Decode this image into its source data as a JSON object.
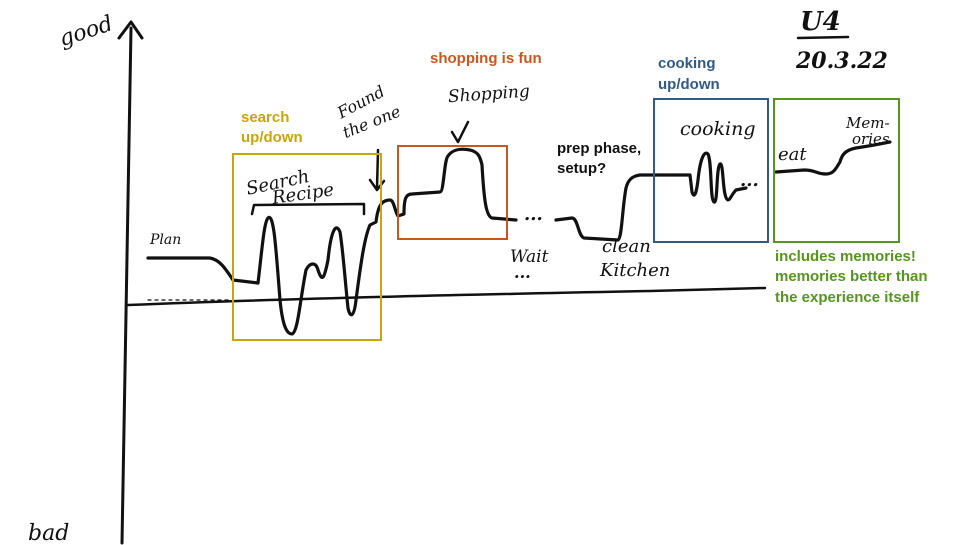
{
  "header": {
    "sheet_id": "U4",
    "date": "20.3.22"
  },
  "axis": {
    "top_label": "good",
    "bottom_label": "bad"
  },
  "handwritten": {
    "plan": "Plan",
    "search_recipe_1": "Search",
    "search_recipe_2": "Recipe",
    "found_1": "Found",
    "found_2": "the one",
    "shopping": "Shopping",
    "wait": "Wait",
    "wait_dots": "...",
    "clean_1": "clean",
    "clean_2": "Kitchen",
    "cooking": "cooking",
    "eat": "eat",
    "memories_1": "Mem-",
    "memories_2": "ories",
    "dots": "..."
  },
  "annotations": {
    "search": {
      "line1": "search",
      "line2": "up/down",
      "color": "#c9a50a"
    },
    "shopping": {
      "text": "shopping is fun",
      "color": "#c8571e"
    },
    "prep": {
      "line1": "prep phase,",
      "line2": "setup?",
      "color": "#111111"
    },
    "cooking": {
      "line1": "cooking",
      "line2": "up/down",
      "color": "#2f5a8a"
    },
    "memories": {
      "line1": "includes memories!",
      "line2": "memories better than",
      "line3": "the experience itself",
      "color": "#55961e"
    }
  }
}
